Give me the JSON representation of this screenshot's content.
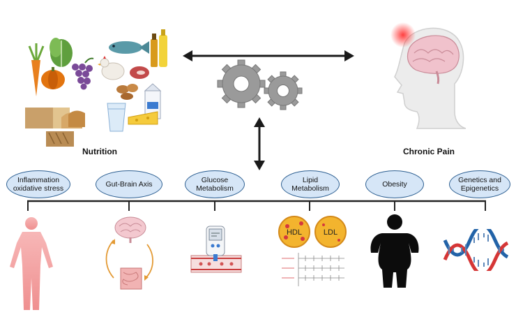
{
  "labels": {
    "nutrition": "Nutrition",
    "chronic_pain": "Chronic Pain"
  },
  "nodes": [
    {
      "line1": "Inflammation",
      "line2": "oxidative stress"
    },
    {
      "line1": "Gut-Brain Axis",
      "line2": ""
    },
    {
      "line1": "Glucose",
      "line2": "Metabolism"
    },
    {
      "line1": "Lipid",
      "line2": "Metabolism"
    },
    {
      "line1": "Obesity",
      "line2": ""
    },
    {
      "line1": "Genetics and",
      "line2": "Epigenetics"
    }
  ],
  "lipid_icon": {
    "hdl": "HDL",
    "ldl": "LDL"
  },
  "colors": {
    "node_fill": "#d6e6f7",
    "node_stroke": "#2d5f91",
    "timeline": "#222222",
    "arrow": "#1a1a1a",
    "gear": "#9a9a9a"
  },
  "icons": [
    "food-collage-icon",
    "gears-icon",
    "brain-head-icon",
    "human-body-icon",
    "gut-brain-icon",
    "glucose-meter-icon",
    "lipid-particles-icon",
    "obesity-silhouette-icon",
    "dna-helix-icon"
  ]
}
